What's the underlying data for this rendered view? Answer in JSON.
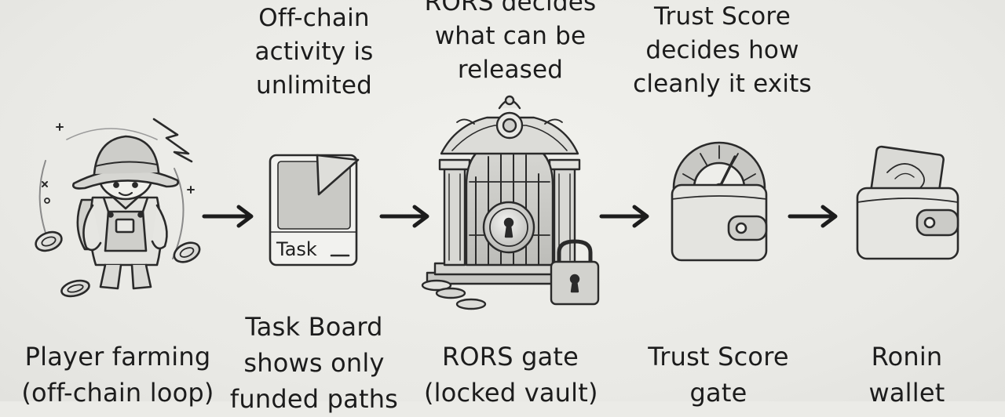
{
  "diagram": {
    "top_captions": [
      {
        "id": "offchain",
        "lines": [
          "Off-chain",
          "activity is",
          "unlimited"
        ]
      },
      {
        "id": "rors",
        "lines": [
          "RORS decides",
          "what can be",
          "released"
        ]
      },
      {
        "id": "trust",
        "lines": [
          "Trust Score",
          "decides how",
          "cleanly it exits"
        ]
      }
    ],
    "nodes": [
      {
        "id": "player",
        "icon": "player-farmer-icon",
        "lines": [
          "Player farming",
          "(off-chain loop)"
        ]
      },
      {
        "id": "taskboard",
        "icon": "task-card-icon",
        "lines": [
          "Task Board",
          "shows only",
          "funded paths"
        ]
      },
      {
        "id": "rors",
        "icon": "locked-vault-icon",
        "lines": [
          "RORS gate",
          "(locked vault)"
        ]
      },
      {
        "id": "trust",
        "icon": "wallet-gauge-icon",
        "lines": [
          "Trust Score",
          "gate"
        ]
      },
      {
        "id": "ronin",
        "icon": "ronin-wallet-icon",
        "lines": [
          "Ronin",
          "wallet"
        ]
      }
    ],
    "task_card_label": "Task",
    "arrows": [
      "player-to-taskboard",
      "taskboard-to-rors",
      "rors-to-trust",
      "trust-to-ronin"
    ]
  }
}
